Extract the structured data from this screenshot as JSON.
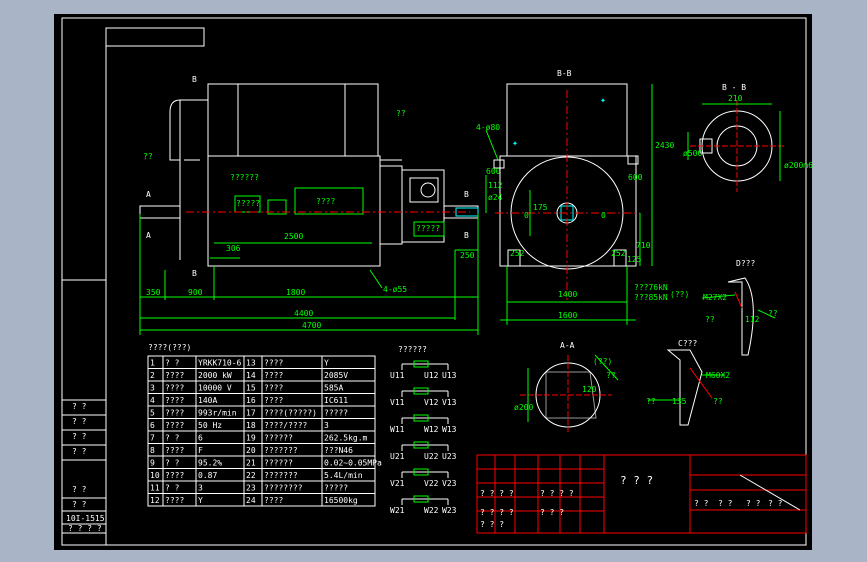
{
  "title_block": {
    "name": "? ? ?",
    "sig_row": [
      "? ?",
      "? ?",
      "? ?",
      "? ?"
    ]
  },
  "side_labels": [
    "? ?",
    "? ?",
    "? ?",
    "? ?",
    "? ?",
    "? ?"
  ],
  "side_code": "10I-1515",
  "side_code2": "? ? ? ?",
  "specs": {
    "header": "????(???)",
    "rows": [
      [
        "1",
        "? ?",
        "YRKK710-6",
        "13",
        "????",
        "Y"
      ],
      [
        "2",
        "????",
        "2000 kW",
        "14",
        "????",
        "2085V"
      ],
      [
        "3",
        "????",
        "10000 V",
        "15",
        "????",
        "585A"
      ],
      [
        "4",
        "????",
        "140A",
        "16",
        "????",
        "IC611"
      ],
      [
        "5",
        "????",
        "993r/min",
        "17",
        "????(?????)",
        "?????"
      ],
      [
        "6",
        "????",
        "50 Hz",
        "18",
        "????/????",
        "3"
      ],
      [
        "7",
        "? ?",
        "6",
        "19",
        "??????",
        "262.5kg.m"
      ],
      [
        "8",
        "????",
        "F",
        "20",
        "???????",
        "???N46"
      ],
      [
        "9",
        "? ?",
        "95.2%",
        "21",
        "??????",
        "0.02~0.05MPa"
      ],
      [
        "10",
        "????",
        "0.87",
        "22",
        "???????",
        "5.4L/min"
      ],
      [
        "11",
        "? ?",
        "3",
        "23",
        "????????",
        "?????"
      ],
      [
        "12",
        "????",
        "Y",
        "24",
        "????",
        "16500kg"
      ]
    ]
  },
  "wiring": {
    "title": "??????",
    "terminals": [
      [
        "U11",
        "U12",
        "U13"
      ],
      [
        "V11",
        "V12",
        "V13"
      ],
      [
        "W11",
        "W12",
        "W13"
      ],
      [
        "U21",
        "U22",
        "U23"
      ],
      [
        "V21",
        "V22",
        "V23"
      ],
      [
        "W21",
        "W22",
        "W23"
      ]
    ]
  },
  "views": {
    "main": {
      "b_top": "B",
      "b_bottom": "B",
      "a_left": "A",
      "a_left2": "A",
      "b_right": "B",
      "b_right2": "B",
      "note_top": "??",
      "note_left": "??",
      "label_box1": "??????",
      "label_box2": "?????",
      "label_box3": "????",
      "label_box4": "?????",
      "dims": [
        "350",
        "900",
        "1800",
        "4400",
        "4700",
        "2500",
        "306",
        "250",
        "4-ø55"
      ]
    },
    "section_b": {
      "title": "B-B",
      "note": "4-ø80",
      "dims": [
        "600",
        "112",
        "ø24",
        "175",
        "0",
        "0",
        "252",
        "252",
        "1400",
        "1600",
        "2430",
        "710",
        "125",
        "600"
      ]
    },
    "shaft_b": {
      "title": "B - B",
      "dims": [
        "210",
        "ø500",
        "ø200m6"
      ]
    },
    "detail_d": {
      "title": "D???",
      "dims": [
        "M27X2",
        "??",
        "112",
        "??"
      ]
    },
    "section_a": {
      "title": "A-A",
      "dims": [
        "ø200",
        "(??)",
        "120",
        "??"
      ]
    },
    "detail_c": {
      "title": "C???",
      "dims": [
        "M60X2",
        "??",
        "135",
        "??"
      ]
    },
    "loads": [
      "???76kN",
      "???85kN",
      "(??)"
    ]
  },
  "revision_table": {
    "row1": [
      "? ? ? ?",
      "? ? ? ?",
      "? ? ? ?"
    ],
    "row2": [
      "? ? ?",
      "? ? ?"
    ]
  }
}
